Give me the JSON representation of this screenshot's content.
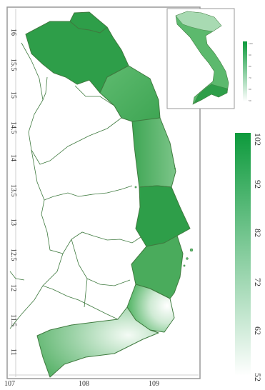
{
  "main_map": {
    "lat_ticks": [
      "16",
      "15.5",
      "15",
      "14.5",
      "14",
      "13.5",
      "13",
      "12.5",
      "12",
      "11.5",
      "11"
    ],
    "lon_ticks": [
      "107",
      "108",
      "109"
    ]
  },
  "colorbar": {
    "ticks": [
      "102",
      "92",
      "82",
      "72",
      "62",
      "52"
    ],
    "colors": {
      "high": "#0d9a3c",
      "low": "#ffffff"
    }
  },
  "inset_map": {
    "colorbar_ticks": [
      "100",
      "90",
      "80",
      "70",
      "60",
      "50"
    ]
  },
  "colors": {
    "province_fill_dark": "#2e9e49",
    "province_fill_mid": "#5cb96d",
    "province_fill_light": "#b9e2c0",
    "boundary": "#3f7a3f",
    "frame": "#999999"
  }
}
